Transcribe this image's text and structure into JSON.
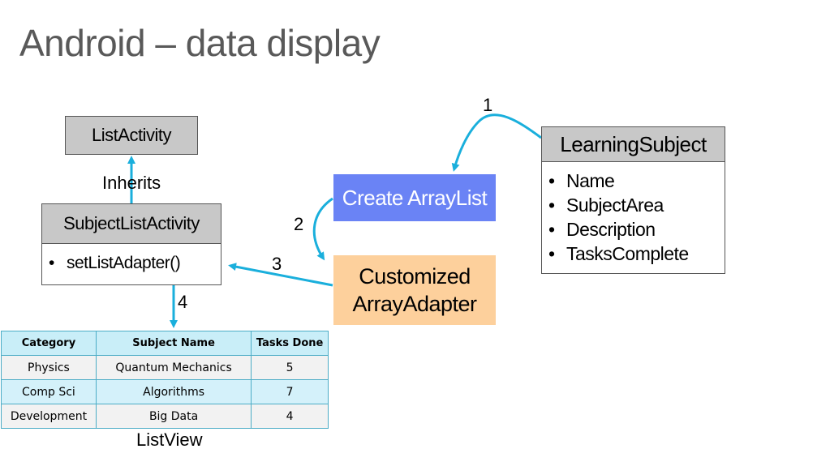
{
  "slide": {
    "title": "Android – data display"
  },
  "diagram": {
    "list_activity": "ListActivity",
    "inherits_label": "Inherits",
    "subject_list_activity": {
      "title": "SubjectListActivity",
      "methods": [
        "setListAdapter()"
      ]
    },
    "create_arraylist": "Create ArrayList",
    "customized_adapter": [
      "Customized",
      "ArrayAdapter"
    ],
    "learning_subject": {
      "title": "LearningSubject",
      "fields": [
        "Name",
        "SubjectArea",
        "Description",
        "TasksComplete"
      ]
    },
    "step_labels": [
      "1",
      "2",
      "3",
      "4"
    ],
    "listview_label": "ListView",
    "colors": {
      "arrow": "#1aafdc",
      "create_arraylist_bg": "#6a83f5",
      "adapter_bg": "#fdd09c",
      "header_gray": "#c8c8c8"
    }
  },
  "listview": {
    "headers": [
      "Category",
      "Subject Name",
      "Tasks Done"
    ],
    "rows": [
      [
        "Physics",
        "Quantum Mechanics",
        "5"
      ],
      [
        "Comp Sci",
        "Algorithms",
        "7"
      ],
      [
        "Development",
        "Big Data",
        "4"
      ]
    ]
  }
}
